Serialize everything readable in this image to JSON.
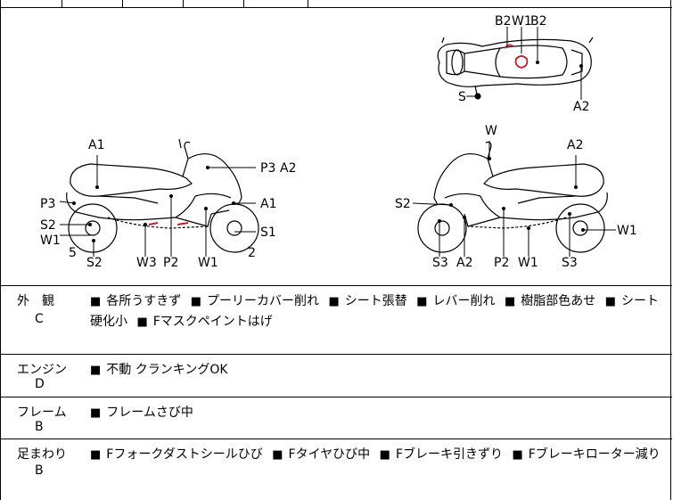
{
  "diagram": {
    "top_view": {
      "labels": [
        "B2",
        "W1",
        "B2",
        "S",
        "A2"
      ]
    },
    "left_view": {
      "labels": [
        "A1",
        "P3",
        "A2",
        "P3",
        "A1",
        "S2",
        "W1",
        "S1",
        "5",
        "S2",
        "W3",
        "P2",
        "W1",
        "2"
      ]
    },
    "right_view": {
      "labels": [
        "W",
        "A2",
        "S2",
        "W1",
        "S3",
        "A2",
        "P2",
        "W1",
        "S3"
      ]
    },
    "damage_color": "#c0202a"
  },
  "sections": [
    {
      "category": "外　観",
      "grade": "C",
      "items": [
        "各所うすきず",
        "プーリーカバー削れ",
        "シート張替",
        "レバー削れ",
        "樹脂部色あせ",
        "シート硬化小",
        "Fマスクペイントはげ"
      ]
    },
    {
      "category": "エンジン",
      "grade": "D",
      "items": [
        "不動 クランキングOK"
      ]
    },
    {
      "category": "フレーム",
      "grade": "B",
      "items": [
        "フレームさび中"
      ]
    },
    {
      "category": "足まわり",
      "grade": "B",
      "items": [
        "Fフォークダストシールひび",
        "Fタイヤひび中",
        "Fブレーキ引きずり",
        "Fブレーキローター減り"
      ]
    }
  ],
  "bullet": "■"
}
